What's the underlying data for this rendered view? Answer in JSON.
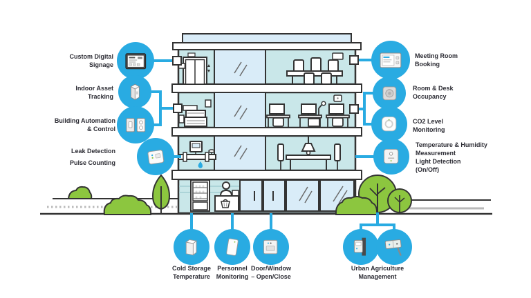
{
  "diagram_title": "smart-building-iot-use-cases",
  "callouts": {
    "left": [
      "Custom Digital\nSignage",
      "Indoor Asset\nTracking",
      "Building Automation\n& Control",
      "Leak Detection",
      "Pulse Counting"
    ],
    "right": [
      "Meeting Room\nBooking",
      "Room & Desk\nOccupancy",
      "CO2 Level\nMonitoring",
      "Temperature & Humidity\nMeasurement",
      "Light Detection\n(On/Off)"
    ],
    "bottom": [
      "Cold Storage\nTemperature",
      "Personnel\nMonitoring",
      "Door/Window\n– Open/Close",
      "Urban Agriculture\nManagement"
    ]
  },
  "devices": [
    "digital-signage-panel",
    "indoor-asset-tracker",
    "smart-switch-and-outlet",
    "leak-pulse-sensor",
    "meeting-room-booking-panel",
    "occupancy-sensor",
    "co2-sensor",
    "temperature-humidity-sensor",
    "cold-storage-sensor",
    "personnel-monitoring-sensor",
    "door-window-sensor",
    "urban-agriculture-sensor",
    "soil-moisture-sensor"
  ],
  "colors": {
    "accent_blue": "#29abe2",
    "building_fill": "#c9e7e9",
    "glass_fill": "#d9ecf8",
    "outline": "#333333",
    "green": "#8cc63f",
    "label_text": "#2b2b33",
    "road_gray": "#b9b9b9"
  }
}
